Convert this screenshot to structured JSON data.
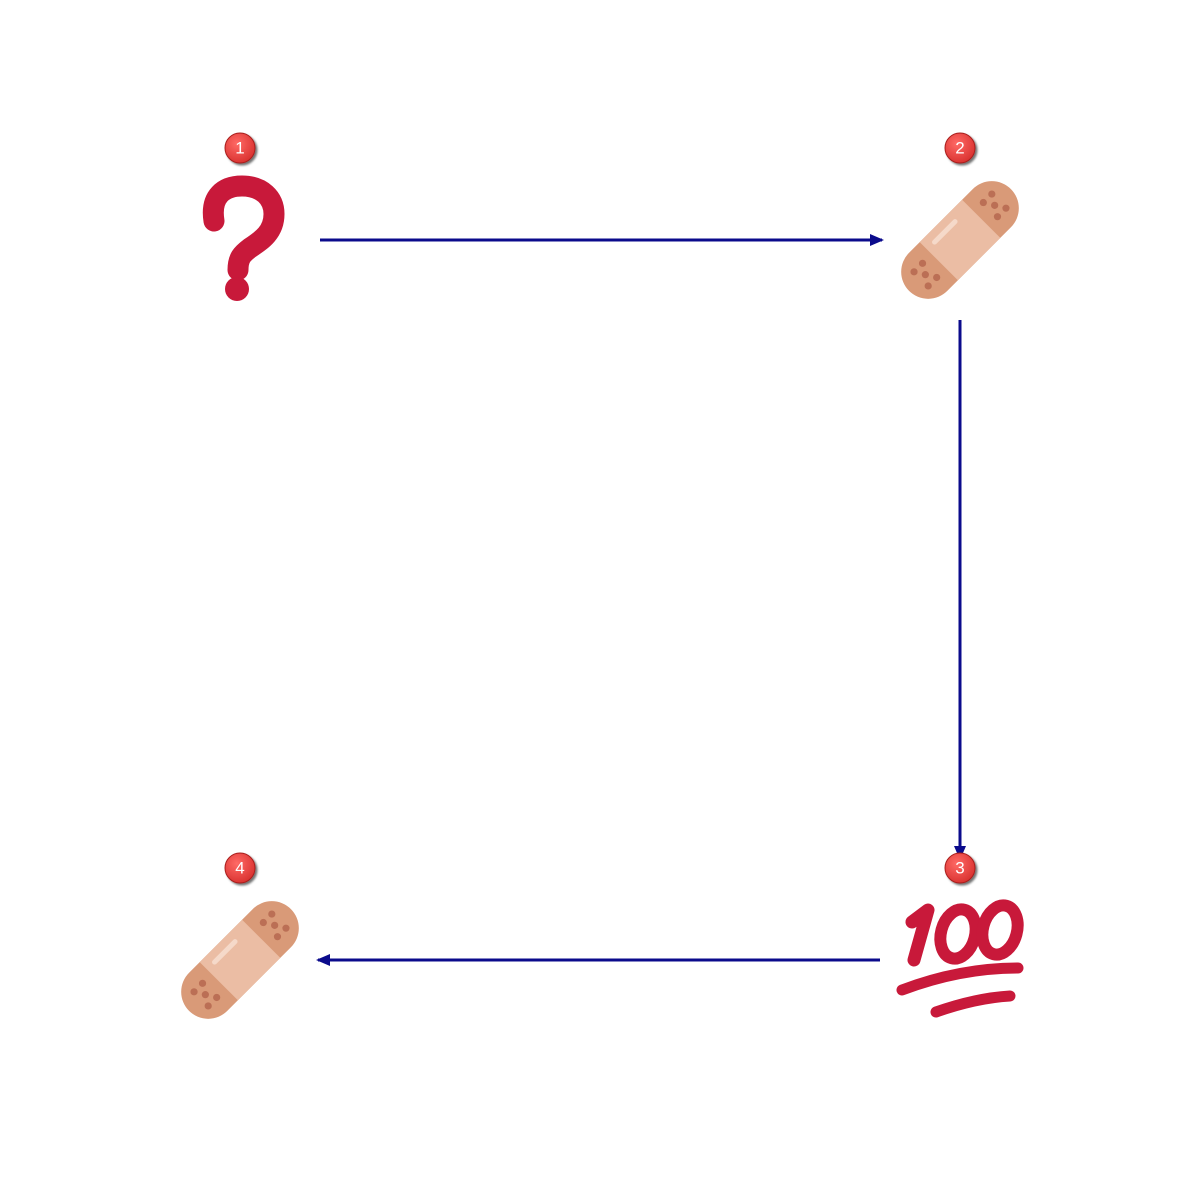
{
  "diagram": {
    "nodes": [
      {
        "step": "1",
        "icon": "question-mark-icon"
      },
      {
        "step": "2",
        "icon": "adhesive-bandage-icon"
      },
      {
        "step": "3",
        "icon": "hundred-points-icon"
      },
      {
        "step": "4",
        "icon": "adhesive-bandage-icon"
      }
    ],
    "edges": [
      {
        "from": "1",
        "to": "2"
      },
      {
        "from": "2",
        "to": "3"
      },
      {
        "from": "3",
        "to": "4"
      }
    ]
  },
  "colors": {
    "arrow": "#0b0b8c",
    "badge": "#e8403e",
    "question_mark": "#c8193a",
    "hundred_points": "#c8193a",
    "bandage_outer": "#d99a78",
    "bandage_pad": "#ebbda4",
    "bandage_dots": "#bb6f55"
  }
}
